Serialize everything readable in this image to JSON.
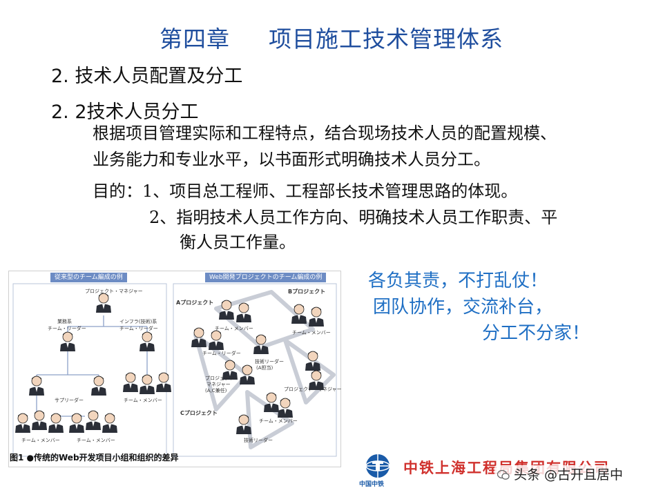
{
  "slide": {
    "chapter": "第四章",
    "title": "项目施工技术管理体系",
    "heading_1": "2. 技术人员配置及分工",
    "heading_2": "2. 2技术人员分工",
    "body_lines": [
      "根据项目管理实际和工程特点，结合现场技术人员的配置规模、",
      "业务能力和专业水平，以书面形式明确技术人员分工。"
    ],
    "purpose_label": "目的：",
    "purpose_items": [
      "1、项目总工程师、工程部长技术管理思路的体现。",
      "2、指明技术人员工作方向、明确技术人员工作职责、平",
      "衡人员工作量。"
    ],
    "slogans": [
      "各负其责，不打乱仗！",
      "团队协作，交流补台，",
      "分工不分家！"
    ]
  },
  "figure": {
    "left_title": "従来型のチーム編成の例",
    "right_title": "Web開発プロジェクトのチーム編成の例",
    "left_labels": {
      "pm": "プロジェクト・マネジャー",
      "biz": "業務系",
      "biz_role": "チーム・リーダー",
      "infra": "インフラ(技術)系",
      "infra_role": "チーム・リーダー",
      "supplier": "サプリーダー",
      "member_right": "チーム・メンバー",
      "member_bl": "チーム・メンバー",
      "member_bm": "チーム・メンバー"
    },
    "right_labels": {
      "a_project": "Aプロジェクト",
      "b_project": "Bプロジェクト",
      "c_project": "Cプロジェクト",
      "team_member_a": "チーム・メンバー",
      "team_member_b": "チーム・メンバー",
      "team_leader": "チーム・リーダー",
      "tech_leader": "技術リーダー",
      "tech_leader_sub": "(A担当)",
      "pm": "プロジェクト・",
      "pm2": "マネジャー",
      "pm3": "(A,C兼任)",
      "pm_b": "プロジェクト・マネジャー",
      "team_member_c": "チーム・メンバー",
      "tech_leader_c": "技術リーダー"
    },
    "caption": "图1 ●传统的Web开发项目小组和组织的差异"
  },
  "footer": {
    "logo_text": "中国中铁",
    "company": "中铁上海工程局集团有限公司",
    "watermark": "头条 @古开且居中"
  },
  "colors": {
    "title_blue": "#1f4e9e",
    "slogan_blue": "#1f6fc4",
    "company_red": "#d0312d",
    "panel_blue": "#6d8cc4"
  }
}
